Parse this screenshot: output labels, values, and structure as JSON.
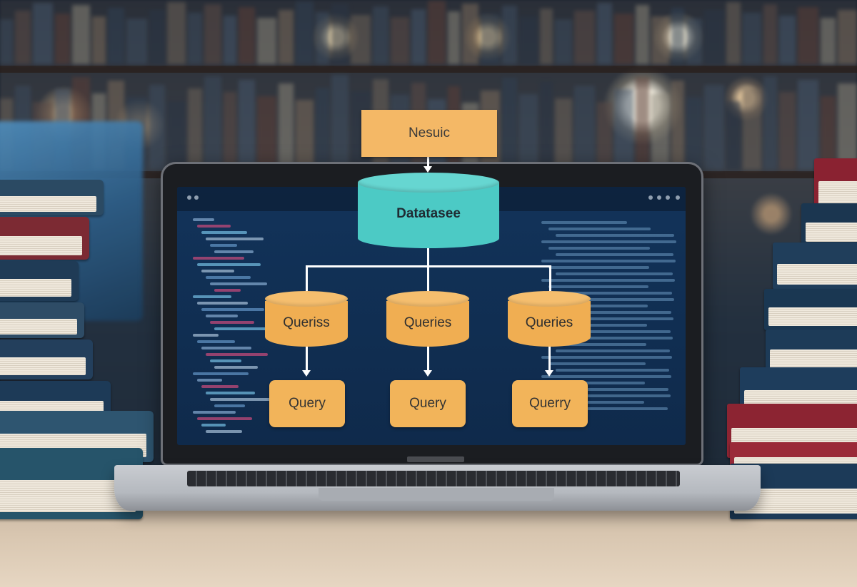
{
  "scene": {
    "description_hidden": false
  },
  "diagram": {
    "root_label": "Nesuic",
    "database_label": "Datatasee",
    "queries": [
      {
        "top_label": "Queriss",
        "bottom_label": "Query"
      },
      {
        "top_label": "Queries",
        "bottom_label": "Query"
      },
      {
        "top_label": "Queries",
        "bottom_label": "Querry"
      }
    ]
  },
  "colors": {
    "box_fill": "#f2b45a",
    "database_fill": "#4ccac5",
    "screen_bg": "#12335a",
    "connector": "#ffffff"
  },
  "icons": {
    "laptop": "laptop-icon",
    "books": "book-stack-icon",
    "database": "database-icon"
  }
}
